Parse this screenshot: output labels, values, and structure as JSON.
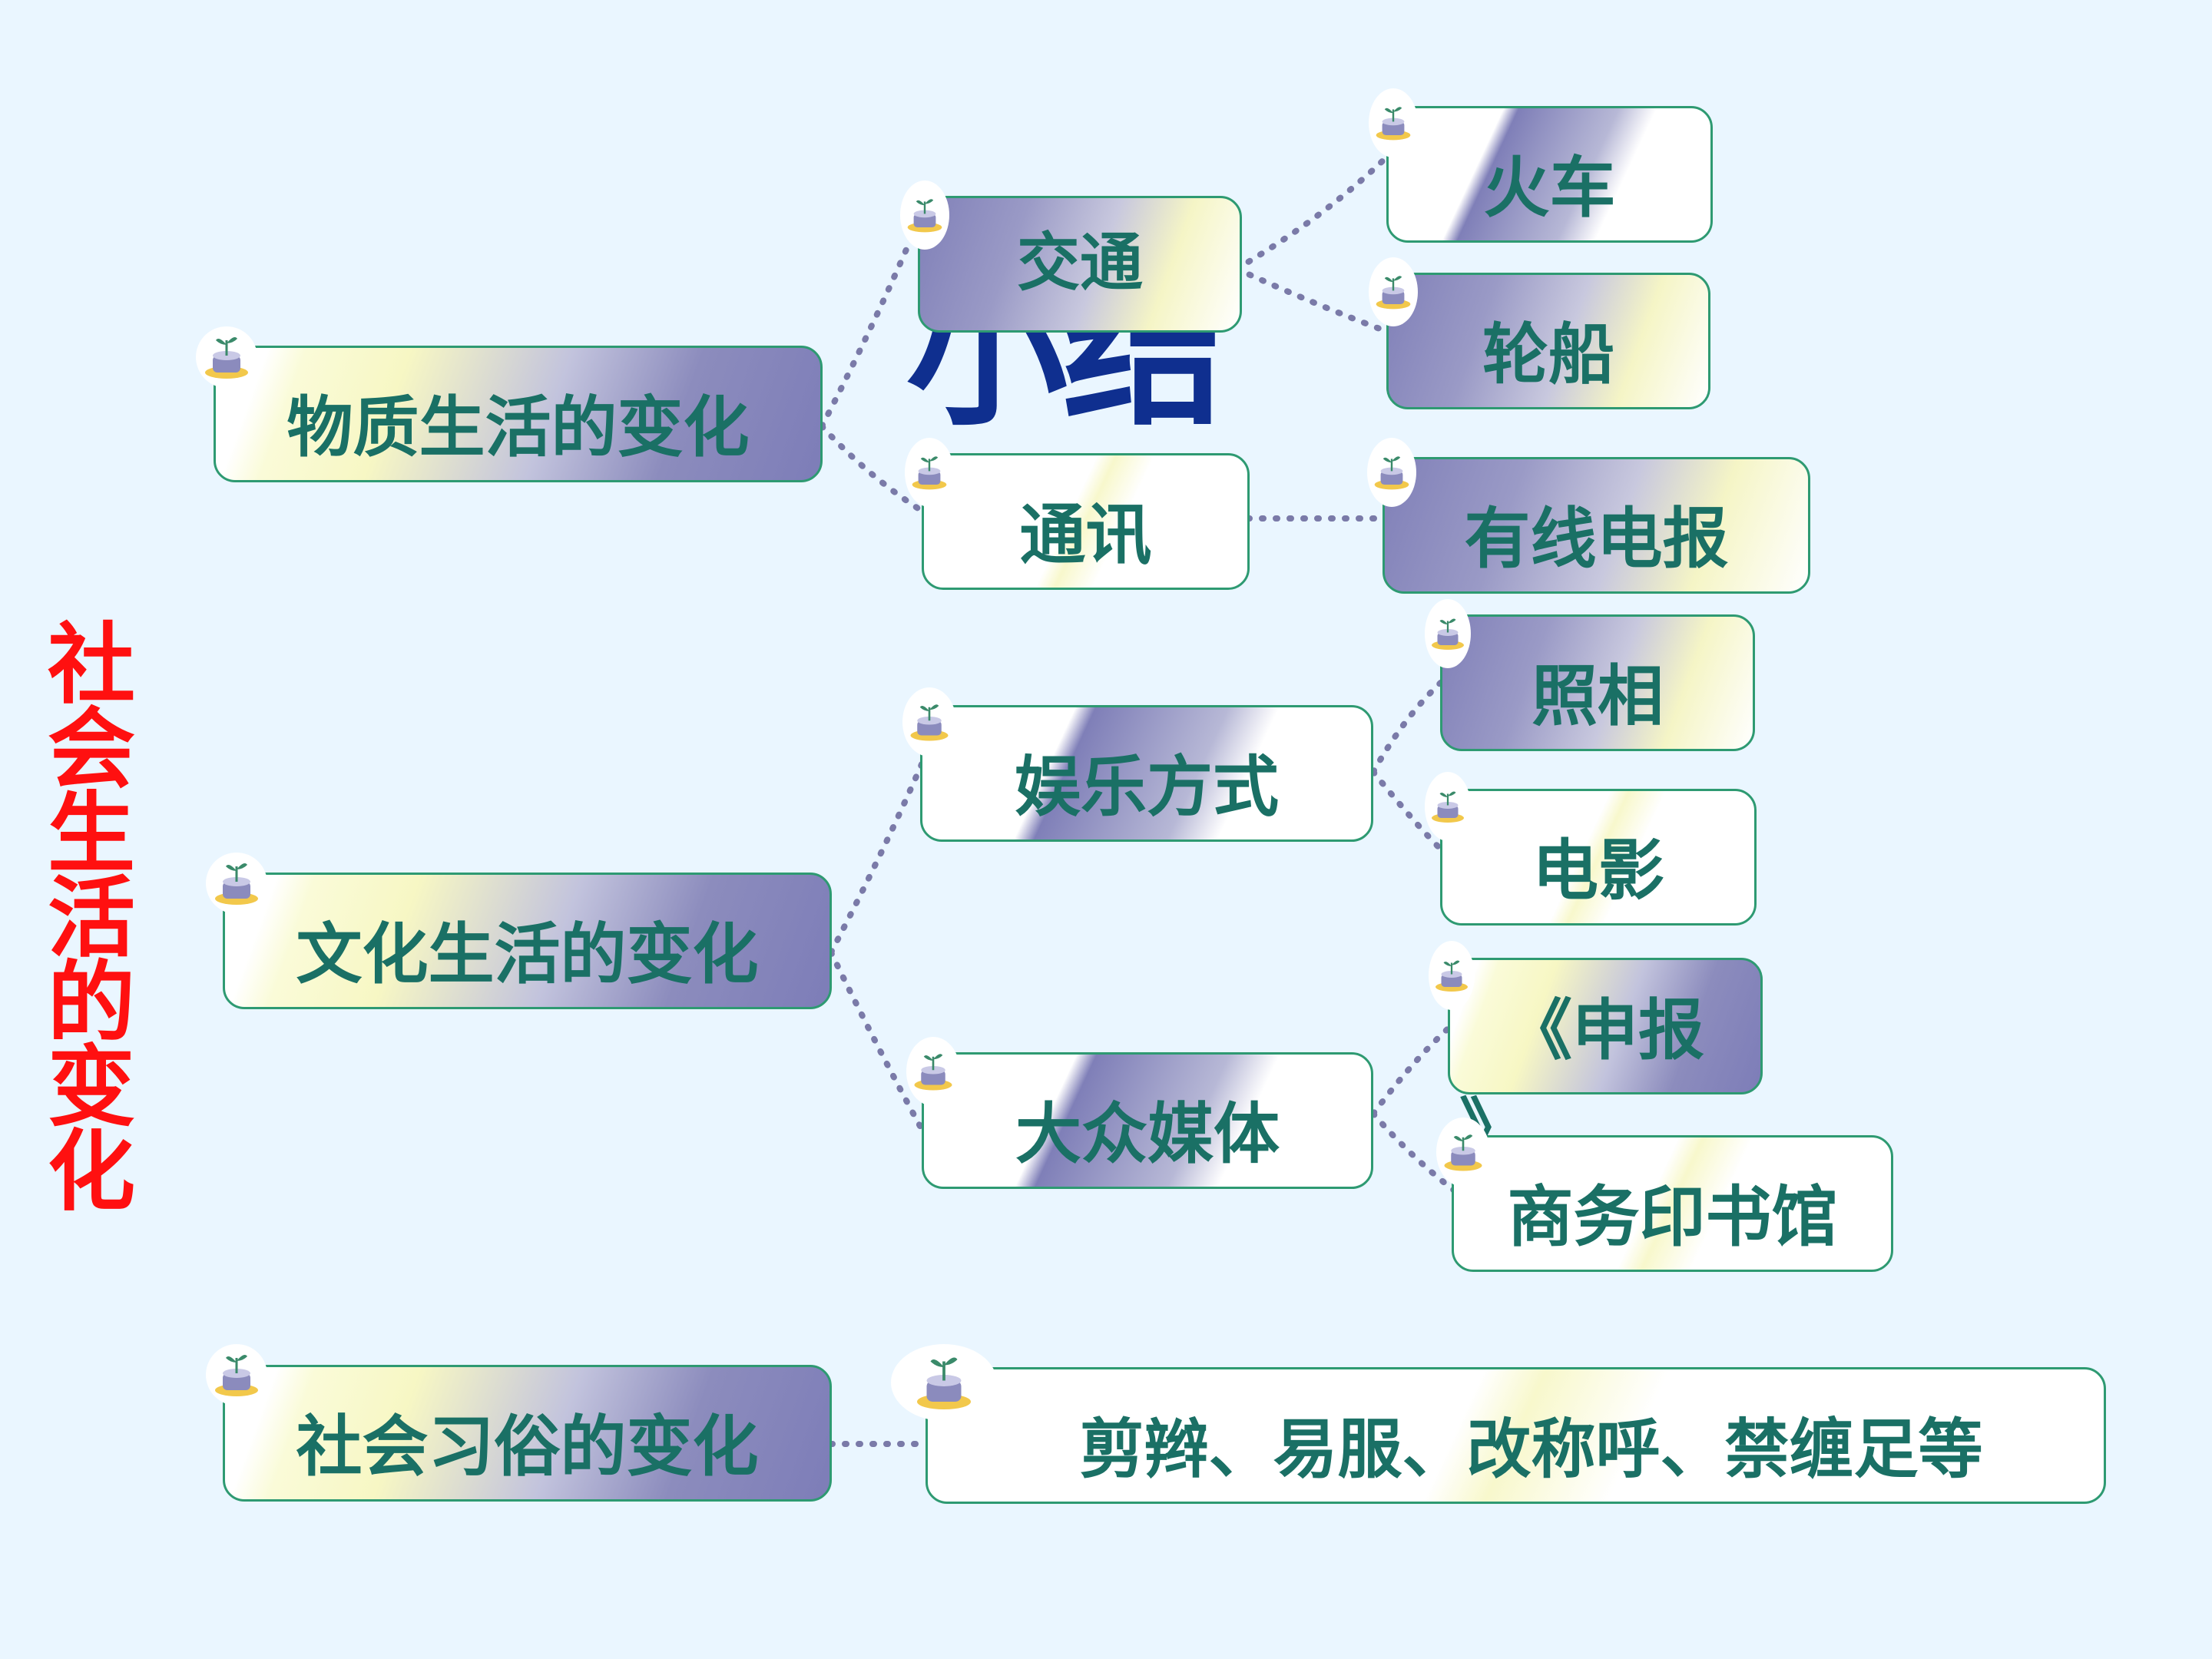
{
  "sidebar_title": [
    "社",
    "会",
    "生",
    "活",
    "的",
    "变",
    "化"
  ],
  "background_title": "小结",
  "nodes": {
    "material": "物质生活的变化",
    "culture": "文化生活的变化",
    "customs": "社会习俗的变化",
    "transport": "交通",
    "communication": "通讯",
    "entertainment": "娱乐方式",
    "media": "大众媒体",
    "train": "火车",
    "steamship": "轮船",
    "telegraph": "有线电报",
    "photography": "照相",
    "movie": "电影",
    "shenbao_open": "《申报",
    "shenbao_close": "》",
    "commercial_press": "商务印书馆",
    "customs_detail": "剪辫、易服、改称呼、禁缠足等"
  },
  "colors": {
    "background": "#eaf6ff",
    "sidebar_text": "#ff1010",
    "node_text": "#1a7065",
    "node_border": "#2e9a72",
    "connector": "#7a7aa8"
  },
  "icon_name": "sprout-pot-icon"
}
